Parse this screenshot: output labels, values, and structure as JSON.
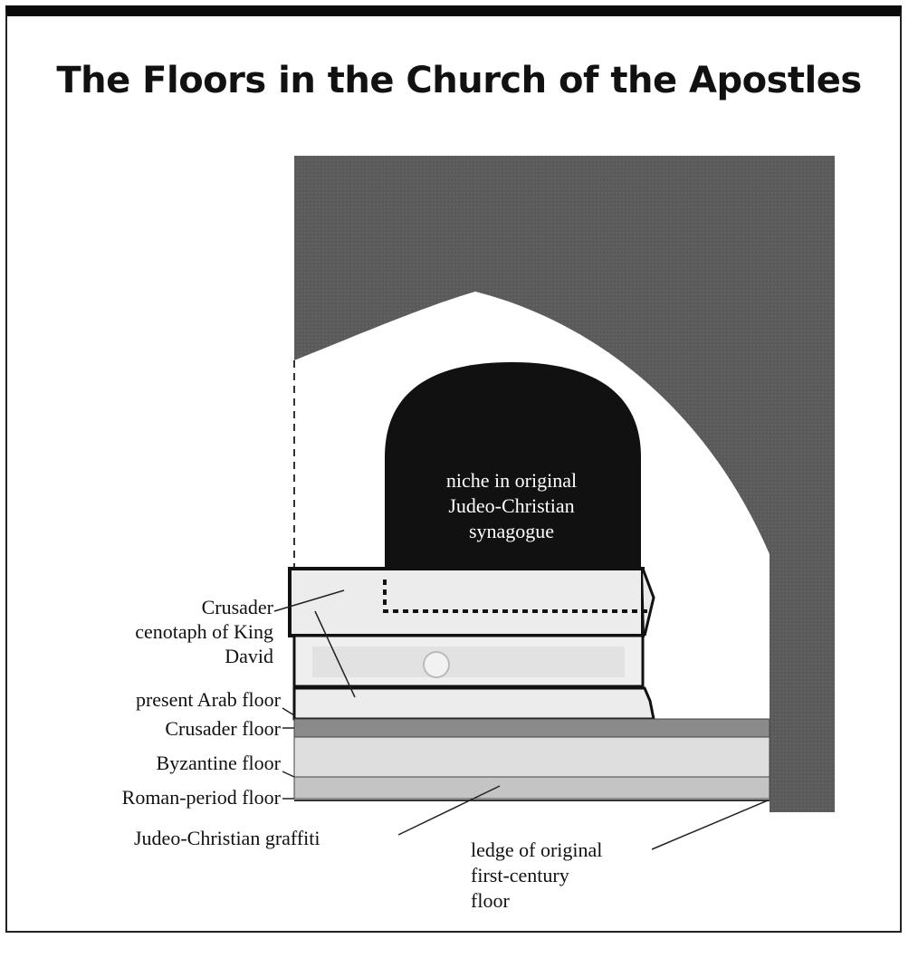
{
  "title": "The Floors in the Church of the Apostles",
  "niche": [
    "niche in original",
    "Judeo-Christian",
    "synagogue"
  ],
  "cenotaph": [
    "Crusader",
    "cenotaph of King",
    "David"
  ],
  "floors": {
    "arab": "present Arab floor",
    "crusader": "Crusader floor",
    "byzantine": "Byzantine floor",
    "roman": "Roman-period floor"
  },
  "graffiti": "Judeo-Christian graffiti",
  "ledge": [
    "ledge of original",
    "first-century",
    "floor"
  ],
  "colors": {
    "wall": "#5a5a5a",
    "niche": "#111111",
    "cenotaph": "#ececec",
    "crusader_floor": "#8a8a8a",
    "byzantine_floor": "#dedede",
    "roman_floor": "#c4c4c4"
  }
}
